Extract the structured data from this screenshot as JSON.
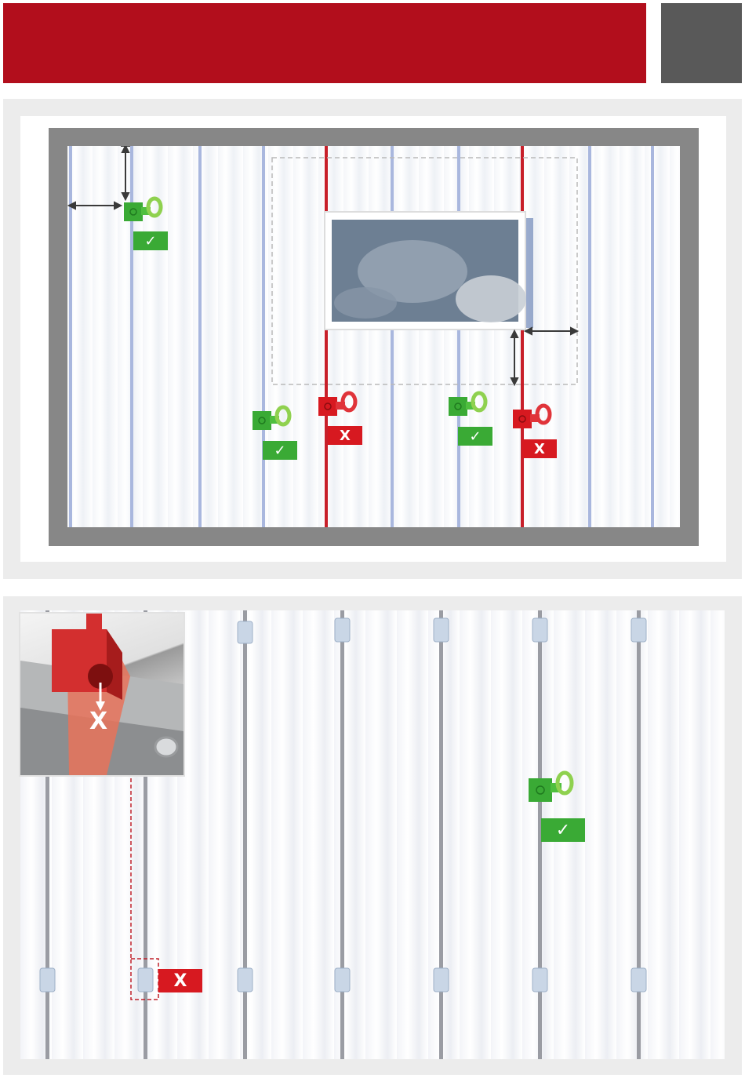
{
  "colors": {
    "header_red": "#b20e1c",
    "header_gray": "#595959",
    "ok_green": "#3aaa35",
    "bad_red": "#d71920",
    "rail_blue": "#a9b7de",
    "rail_red": "#c8202a",
    "frame_gray": "#878787"
  },
  "icons": {
    "ok": "checkmark-icon",
    "bad": "x-cross-icon",
    "anchor": "anchor-point-icon",
    "dimension": "double-arrow-icon"
  },
  "panel1": {
    "badges": [
      {
        "status": "ok",
        "glyph": "✓"
      },
      {
        "status": "ok",
        "glyph": "✓"
      },
      {
        "status": "bad",
        "glyph": "X"
      },
      {
        "status": "ok",
        "glyph": "✓"
      },
      {
        "status": "bad",
        "glyph": "X"
      }
    ]
  },
  "panel2": {
    "detail_label": "X",
    "badges": [
      {
        "status": "ok",
        "glyph": "✓"
      },
      {
        "status": "bad",
        "glyph": "X"
      }
    ]
  }
}
